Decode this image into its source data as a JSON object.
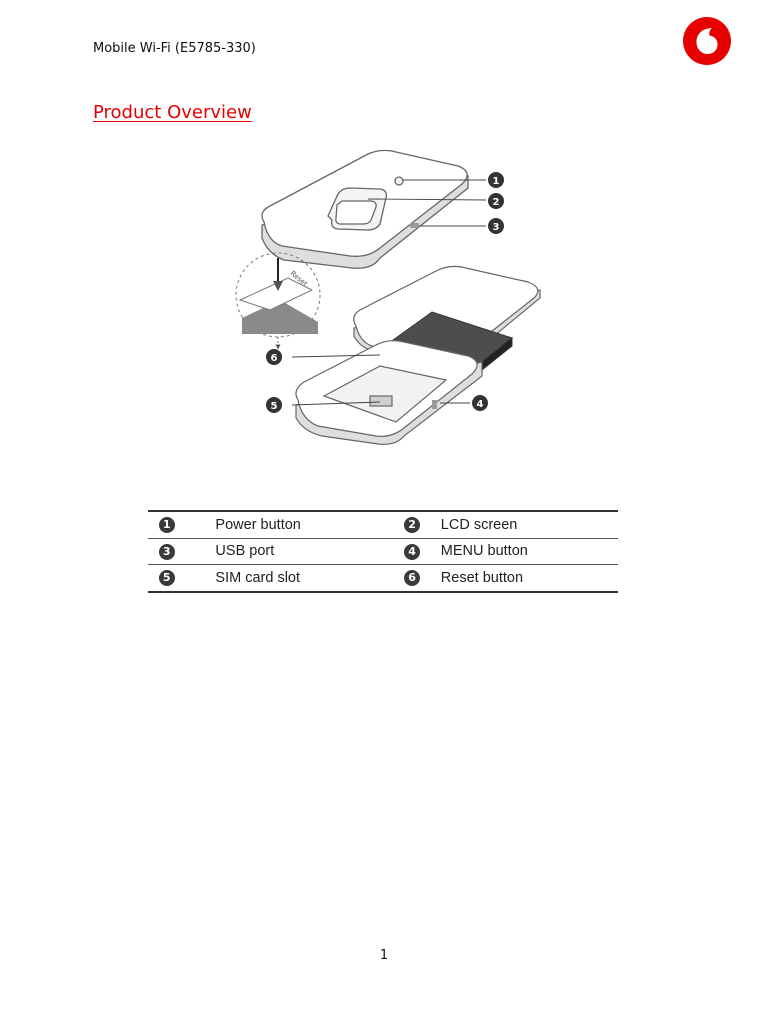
{
  "header": {
    "title": "Mobile Wi-Fi (E5785-330)"
  },
  "brand": {
    "logo_icon": "vodafone-speechmark-logo",
    "color": "#e60000"
  },
  "section": {
    "title": "Product Overview"
  },
  "figure": {
    "callouts": [
      "1",
      "2",
      "3",
      "4",
      "5",
      "6"
    ],
    "reset_label": "Reset"
  },
  "legend": {
    "rows": [
      [
        {
          "num": "1",
          "label": "Power button"
        },
        {
          "num": "2",
          "label": "LCD screen"
        }
      ],
      [
        {
          "num": "3",
          "label": "USB port"
        },
        {
          "num": "4",
          "label": "MENU button"
        }
      ],
      [
        {
          "num": "5",
          "label": "SIM card slot"
        },
        {
          "num": "6",
          "label": "Reset button"
        }
      ]
    ]
  },
  "footer": {
    "page_number": "1"
  }
}
